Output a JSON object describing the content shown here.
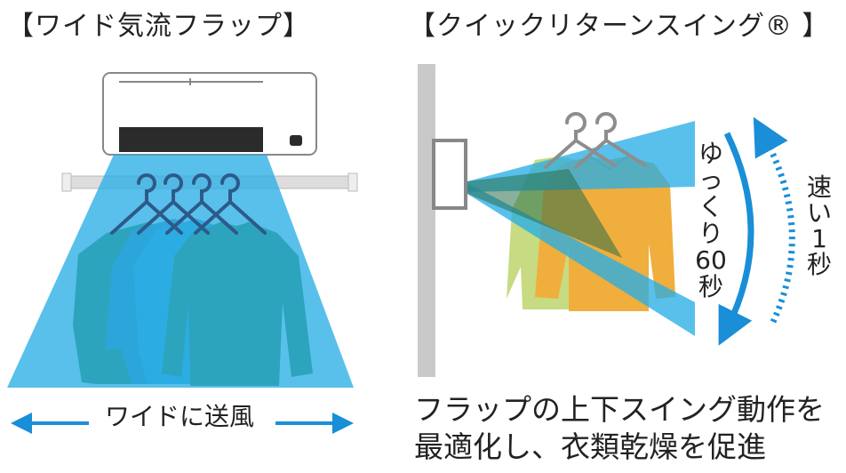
{
  "left_panel": {
    "title": "【ワイド気流フラップ】",
    "bottom_label": "ワイドに送風"
  },
  "right_panel": {
    "title": "【クイックリターンスイング® 】",
    "slow_label": "ゆっくり60秒",
    "fast_label": "速い1秒",
    "caption_line1": "フラップの上下スイング動作を",
    "caption_line2": "最適化し、衣類乾燥を促進"
  },
  "colors": {
    "airflow": "#29aee5",
    "shirt_green": "#3d7f34",
    "shirt_blue": "#3a86b8",
    "shirt_orange": "#f0ae3c",
    "shirt_lightgreen": "#c6db82",
    "arrow_blue": "#1a8ed6",
    "wall_gray": "#c9c9c9"
  }
}
